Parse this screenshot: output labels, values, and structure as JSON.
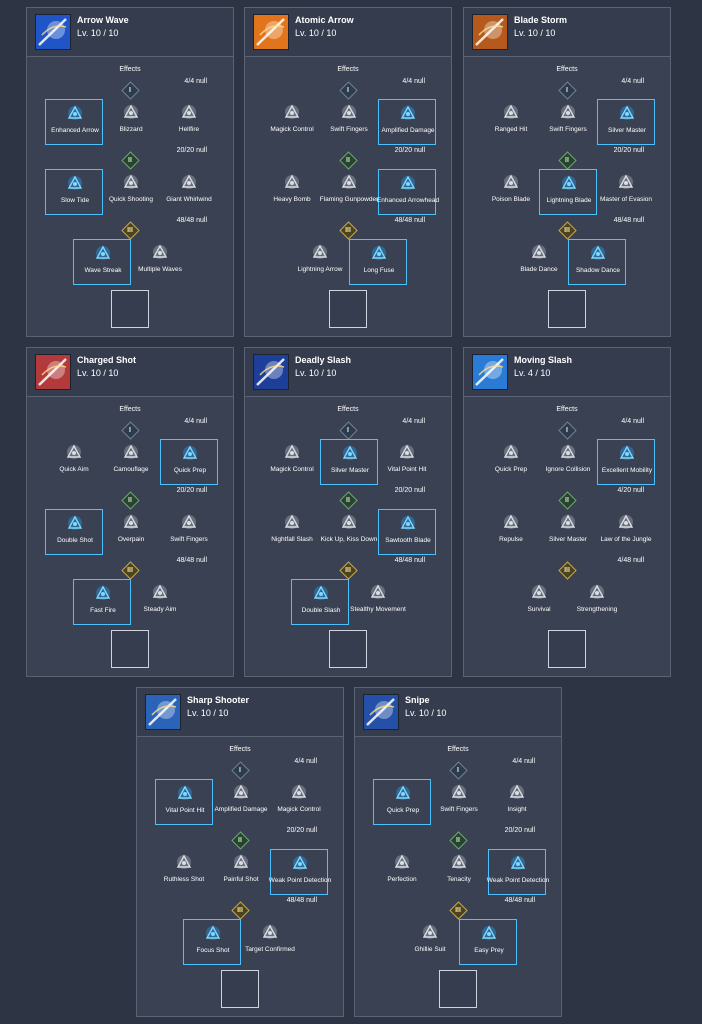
{
  "cards": [
    {
      "name": "Arrow Wave",
      "level": "Lv.   10 / 10",
      "icon": "arrow-wave-icon",
      "bg": "#1f55c7",
      "effects_label": "Effects",
      "tiers": [
        {
          "numeral": "I",
          "count": "4/4 null",
          "options": [
            {
              "label": "Enhanced Arrow",
              "icon": "enhanced-arrow-icon",
              "selected": true
            },
            {
              "label": "Blizzard",
              "icon": "blizzard-icon",
              "selected": false
            },
            {
              "label": "Hellfire",
              "icon": "hellfire-icon",
              "selected": false
            }
          ]
        },
        {
          "numeral": "II",
          "count": "20/20 null",
          "options": [
            {
              "label": "Slow Tide",
              "icon": "slow-tide-icon",
              "selected": true
            },
            {
              "label": "Quick Shooting",
              "icon": "quick-shooting-icon",
              "selected": false
            },
            {
              "label": "Giant Whirlwind",
              "icon": "giant-whirlwind-icon",
              "selected": false
            }
          ]
        },
        {
          "numeral": "III",
          "count": "48/48 null",
          "options": [
            {
              "label": "Wave Streak",
              "icon": "wave-streak-icon",
              "selected": true
            },
            {
              "label": "Multiple Waves",
              "icon": "multiple-waves-icon",
              "selected": false
            }
          ]
        }
      ]
    },
    {
      "name": "Atomic Arrow",
      "level": "Lv.   10 / 10",
      "icon": "atomic-arrow-icon",
      "bg": "#e2751c",
      "effects_label": "Effects",
      "tiers": [
        {
          "numeral": "I",
          "count": "4/4 null",
          "options": [
            {
              "label": "Magick Control",
              "icon": "magick-control-icon",
              "selected": false
            },
            {
              "label": "Swift Fingers",
              "icon": "swift-fingers-icon",
              "selected": false
            },
            {
              "label": "Amplified Damage",
              "icon": "amplified-damage-icon",
              "selected": true
            }
          ]
        },
        {
          "numeral": "II",
          "count": "20/20 null",
          "options": [
            {
              "label": "Heavy Bomb",
              "icon": "heavy-bomb-icon",
              "selected": false
            },
            {
              "label": "Flaming Gunpowder",
              "icon": "flaming-gunpowder-icon",
              "selected": false
            },
            {
              "label": "Enhanced Arrowhead",
              "icon": "enhanced-arrowhead-icon",
              "selected": true
            }
          ]
        },
        {
          "numeral": "III",
          "count": "48/48 null",
          "options": [
            {
              "label": "Lightning Arrow",
              "icon": "lightning-arrow-icon",
              "selected": false
            },
            {
              "label": "Long Fuse",
              "icon": "long-fuse-icon",
              "selected": true
            }
          ]
        }
      ]
    },
    {
      "name": "Blade Storm",
      "level": "Lv.   10 / 10",
      "icon": "blade-storm-icon",
      "bg": "#b55a1c",
      "effects_label": "Effects",
      "tiers": [
        {
          "numeral": "I",
          "count": "4/4 null",
          "options": [
            {
              "label": "Ranged Hit",
              "icon": "ranged-hit-icon",
              "selected": false
            },
            {
              "label": "Swift Fingers",
              "icon": "swift-fingers-icon",
              "selected": false
            },
            {
              "label": "Silver Master",
              "icon": "silver-master-icon",
              "selected": true
            }
          ]
        },
        {
          "numeral": "II",
          "count": "20/20 null",
          "options": [
            {
              "label": "Poison Blade",
              "icon": "poison-blade-icon",
              "selected": false
            },
            {
              "label": "Lightning Blade",
              "icon": "lightning-blade-icon",
              "selected": true
            },
            {
              "label": "Master of Evasion",
              "icon": "master-of-evasion-icon",
              "selected": false
            }
          ]
        },
        {
          "numeral": "III",
          "count": "48/48 null",
          "options": [
            {
              "label": "Blade Dance",
              "icon": "blade-dance-icon",
              "selected": false
            },
            {
              "label": "Shadow Dance",
              "icon": "shadow-dance-icon",
              "selected": true
            }
          ]
        }
      ]
    },
    {
      "name": "Charged Shot",
      "level": "Lv.   10 / 10",
      "icon": "charged-shot-icon",
      "bg": "#b23a3a",
      "effects_label": "Effects",
      "tiers": [
        {
          "numeral": "I",
          "count": "4/4 null",
          "options": [
            {
              "label": "Quick Aim",
              "icon": "quick-aim-icon",
              "selected": false
            },
            {
              "label": "Camouflage",
              "icon": "camouflage-icon",
              "selected": false
            },
            {
              "label": "Quick Prep",
              "icon": "quick-prep-icon",
              "selected": true
            }
          ]
        },
        {
          "numeral": "II",
          "count": "20/20 null",
          "options": [
            {
              "label": "Double Shot",
              "icon": "double-shot-icon",
              "selected": true
            },
            {
              "label": "Overpain",
              "icon": "overpain-icon",
              "selected": false
            },
            {
              "label": "Swift Fingers",
              "icon": "swift-fingers-icon",
              "selected": false
            }
          ]
        },
        {
          "numeral": "III",
          "count": "48/48 null",
          "options": [
            {
              "label": "Fast Fire",
              "icon": "fast-fire-icon",
              "selected": true
            },
            {
              "label": "Steady Aim",
              "icon": "steady-aim-icon",
              "selected": false
            }
          ]
        }
      ]
    },
    {
      "name": "Deadly Slash",
      "level": "Lv.   10 / 10",
      "icon": "deadly-slash-icon",
      "bg": "#1d3f9a",
      "effects_label": "Effects",
      "tiers": [
        {
          "numeral": "I",
          "count": "4/4 null",
          "options": [
            {
              "label": "Magick Control",
              "icon": "magick-control-icon",
              "selected": false
            },
            {
              "label": "Silver Master",
              "icon": "silver-master-icon",
              "selected": true
            },
            {
              "label": "Vital Point Hit",
              "icon": "vital-point-hit-icon",
              "selected": false
            }
          ]
        },
        {
          "numeral": "II",
          "count": "20/20 null",
          "options": [
            {
              "label": "Nightfall Slash",
              "icon": "nightfall-slash-icon",
              "selected": false
            },
            {
              "label": "Kick Up, Kiss Down",
              "icon": "kick-up-kiss-down-icon",
              "selected": false
            },
            {
              "label": "Sawtooth Blade",
              "icon": "sawtooth-blade-icon",
              "selected": true
            }
          ]
        },
        {
          "numeral": "III",
          "count": "48/48 null",
          "options": [
            {
              "label": "Double Slash",
              "icon": "double-slash-icon",
              "selected": true
            },
            {
              "label": "Stealthy Movement",
              "icon": "stealthy-movement-icon",
              "selected": false
            }
          ]
        }
      ]
    },
    {
      "name": "Moving Slash",
      "level": "Lv.   4 / 10",
      "icon": "moving-slash-icon",
      "bg": "#2a7bd6",
      "effects_label": "Effects",
      "tiers": [
        {
          "numeral": "I",
          "count": "4/4 null",
          "options": [
            {
              "label": "Quick Prep",
              "icon": "quick-prep-icon",
              "selected": false
            },
            {
              "label": "Ignore Collision",
              "icon": "ignore-collision-icon",
              "selected": false
            },
            {
              "label": "Excellent Mobility",
              "icon": "excellent-mobility-icon",
              "selected": true
            }
          ]
        },
        {
          "numeral": "II",
          "count": "4/20 null",
          "options": [
            {
              "label": "Repulse",
              "icon": "repulse-icon",
              "selected": false
            },
            {
              "label": "Silver Master",
              "icon": "silver-master-icon",
              "selected": false
            },
            {
              "label": "Law of the Jungle",
              "icon": "law-of-the-jungle-icon",
              "selected": false
            }
          ]
        },
        {
          "numeral": "III",
          "count": "4/48 null",
          "options": [
            {
              "label": "Survival",
              "icon": "survival-icon",
              "selected": false
            },
            {
              "label": "Strengthening",
              "icon": "strengthening-icon",
              "selected": false
            }
          ]
        }
      ]
    },
    {
      "name": "Sharp Shooter",
      "level": "Lv.   10 / 10",
      "icon": "sharp-shooter-icon",
      "bg": "#2a63b8",
      "effects_label": "Effects",
      "tiers": [
        {
          "numeral": "I",
          "count": "4/4 null",
          "options": [
            {
              "label": "Vital Point Hit",
              "icon": "vital-point-hit-icon",
              "selected": true
            },
            {
              "label": "Amplified Damage",
              "icon": "amplified-damage-icon",
              "selected": false
            },
            {
              "label": "Magick Control",
              "icon": "magick-control-icon",
              "selected": false
            }
          ]
        },
        {
          "numeral": "II",
          "count": "20/20 null",
          "options": [
            {
              "label": "Ruthless Shot",
              "icon": "ruthless-shot-icon",
              "selected": false
            },
            {
              "label": "Painful Shot",
              "icon": "painful-shot-icon",
              "selected": false
            },
            {
              "label": "Weak Point Detection",
              "icon": "weak-point-detection-icon",
              "selected": true
            }
          ]
        },
        {
          "numeral": "III",
          "count": "48/48 null",
          "options": [
            {
              "label": "Focus Shot",
              "icon": "focus-shot-icon",
              "selected": true
            },
            {
              "label": "Target Confirmed",
              "icon": "target-confirmed-icon",
              "selected": false
            }
          ]
        }
      ]
    },
    {
      "name": "Snipe",
      "level": "Lv.   10 / 10",
      "icon": "snipe-icon",
      "bg": "#2450a8",
      "effects_label": "Effects",
      "tiers": [
        {
          "numeral": "I",
          "count": "4/4 null",
          "options": [
            {
              "label": "Quick Prep",
              "icon": "quick-prep-icon",
              "selected": true
            },
            {
              "label": "Swift Fingers",
              "icon": "swift-fingers-icon",
              "selected": false
            },
            {
              "label": "Insight",
              "icon": "insight-icon",
              "selected": false
            }
          ]
        },
        {
          "numeral": "II",
          "count": "20/20 null",
          "options": [
            {
              "label": "Perfection",
              "icon": "perfection-icon",
              "selected": false
            },
            {
              "label": "Tenacity",
              "icon": "tenacity-icon",
              "selected": false
            },
            {
              "label": "Weak Point Detection",
              "icon": "weak-point-detection-icon",
              "selected": true
            }
          ]
        },
        {
          "numeral": "III",
          "count": "48/48 null",
          "options": [
            {
              "label": "Ghillie Suit",
              "icon": "ghillie-suit-icon",
              "selected": false
            },
            {
              "label": "Easy Prey",
              "icon": "easy-prey-icon",
              "selected": true
            }
          ]
        }
      ]
    }
  ]
}
